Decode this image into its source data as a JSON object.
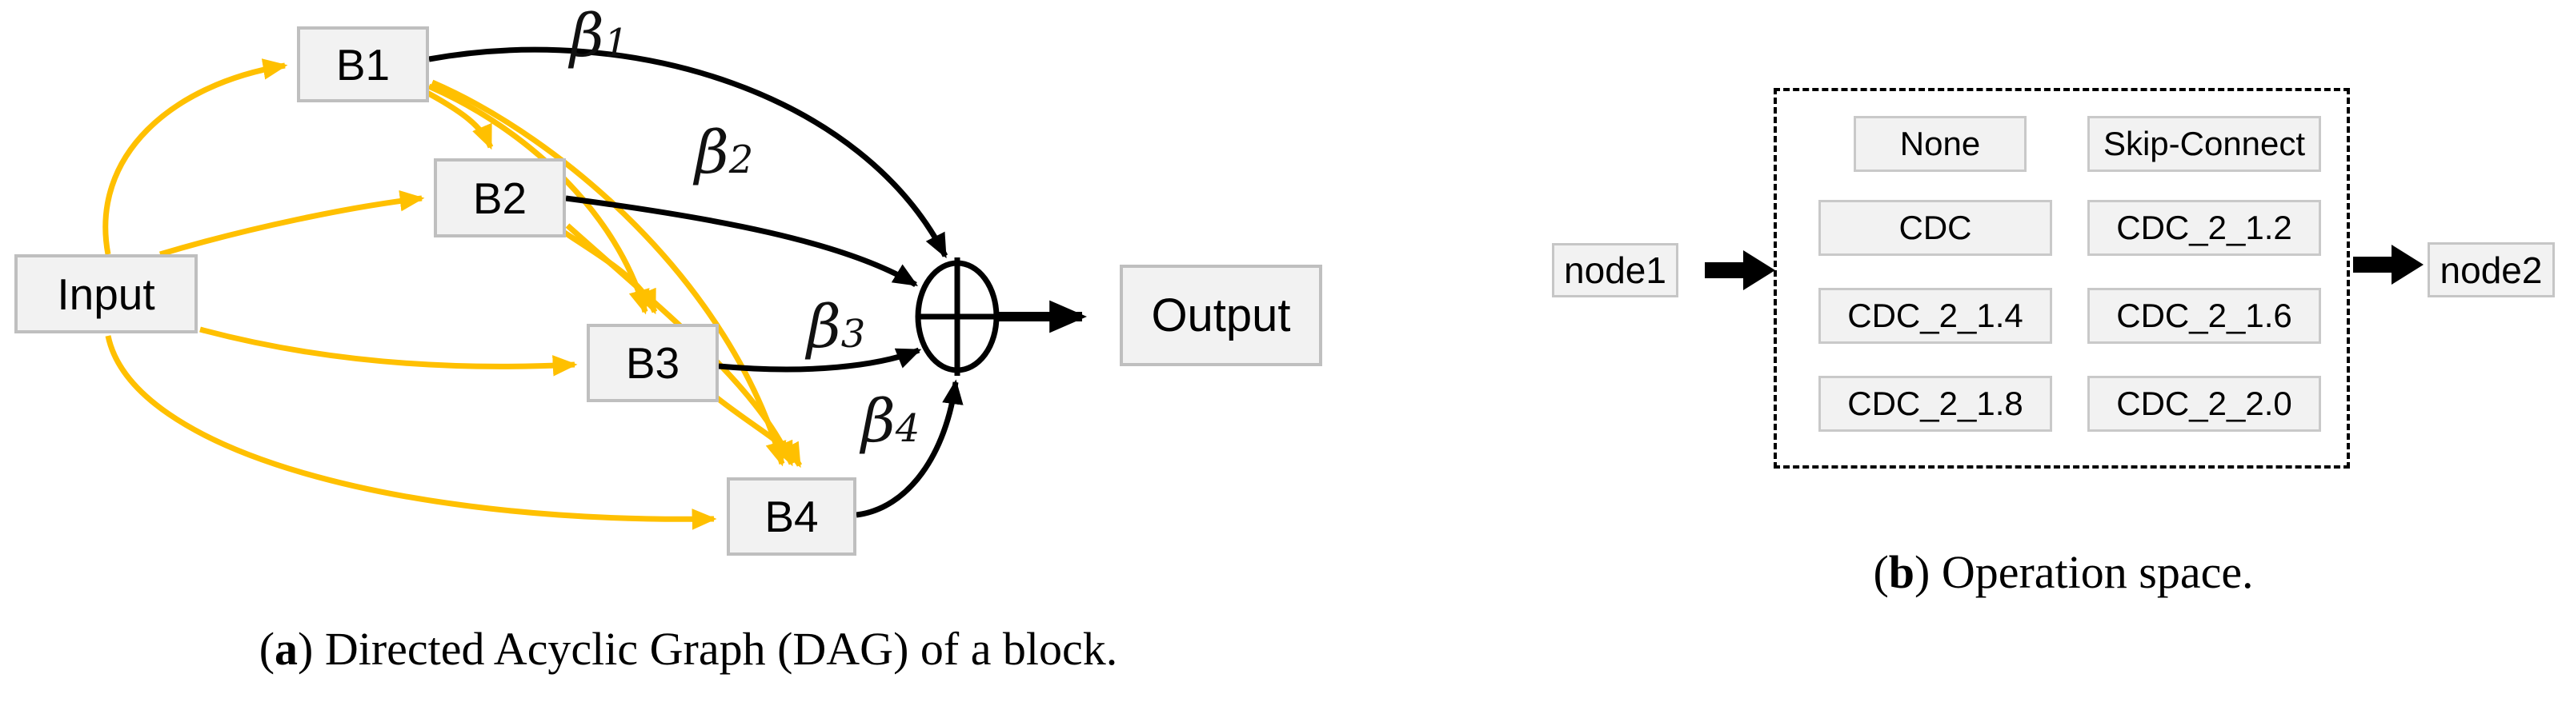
{
  "figure": {
    "panel_a": {
      "caption": {
        "open": "(",
        "tag": "a",
        "rest": ") Directed Acyclic Graph (DAG) of a block."
      },
      "nodes": {
        "input": "Input",
        "b1": "B1",
        "b2": "B2",
        "b3": "B3",
        "b4": "B4",
        "output": "Output"
      },
      "edge_labels": [
        {
          "symbol": "β",
          "sub": "1"
        },
        {
          "symbol": "β",
          "sub": "2"
        },
        {
          "symbol": "β",
          "sub": "3"
        },
        {
          "symbol": "β",
          "sub": "4"
        }
      ]
    },
    "panel_b": {
      "caption": {
        "open": "(",
        "tag": "b",
        "rest": ") Operation space."
      },
      "node_left": "node1",
      "node_right": "node2",
      "operations": [
        "None",
        "Skip-Connect",
        "CDC",
        "CDC_2_1.2",
        "CDC_2_1.4",
        "CDC_2_1.6",
        "CDC_2_1.8",
        "CDC_2_2.0"
      ]
    },
    "colors": {
      "edge_yellow": "#FFC000",
      "edge_black": "#000000",
      "box_fill": "#F2F2F2",
      "box_border": "#BFBFBF",
      "background": "#FFFFFF"
    }
  }
}
